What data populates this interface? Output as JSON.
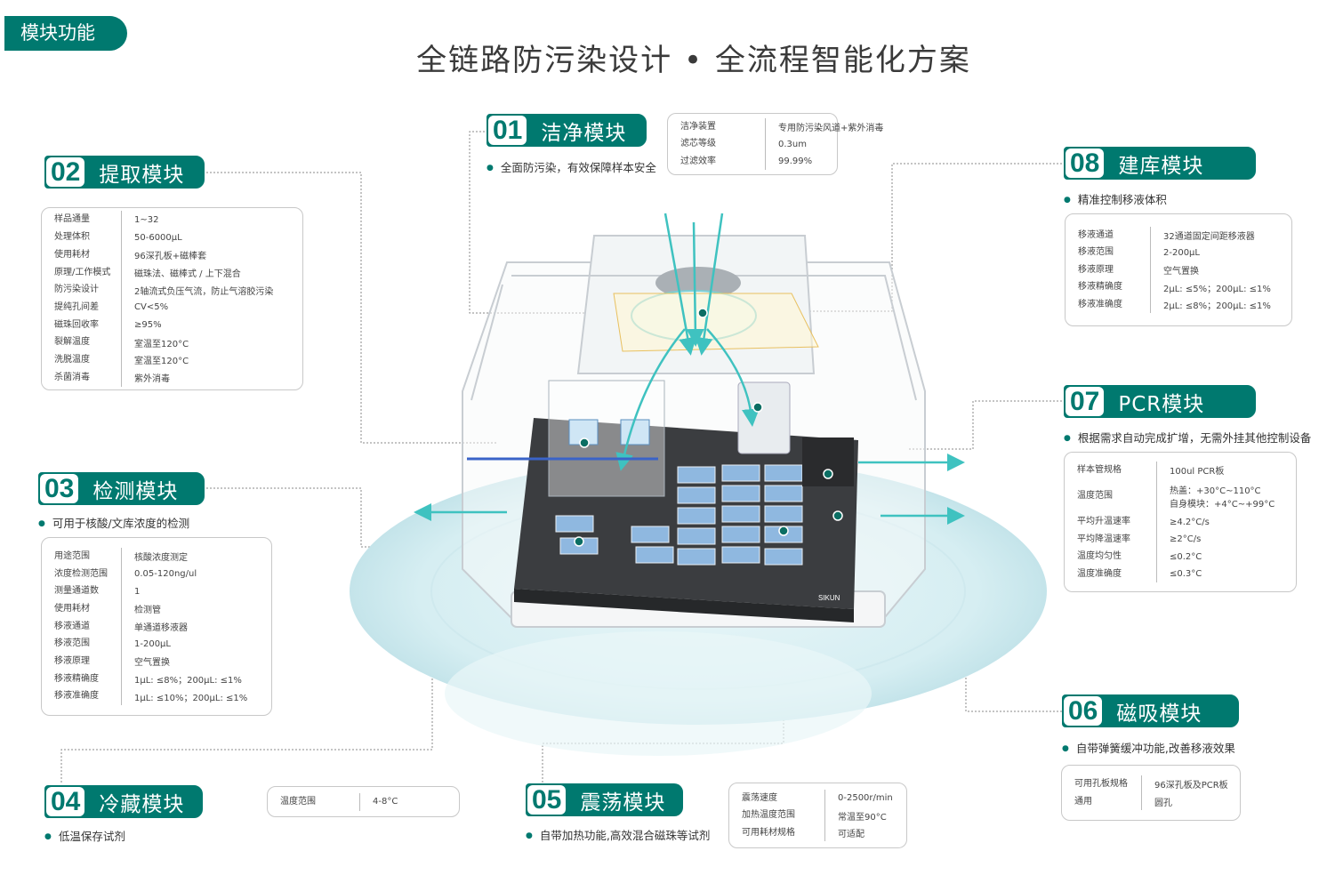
{
  "page_tag": "模块功能",
  "title": "全链路防污染设计  •  全流程智能化方案",
  "brand": "SIKUN",
  "colors": {
    "accent": "#00796f",
    "airflow": "#3fc2c0",
    "deck": "#3b3d40"
  },
  "modules": [
    {
      "id": "m01",
      "num": "01",
      "title": "洁净模块",
      "desc": "全面防污染，有效保障样本安全",
      "specs": [
        {
          "label": "洁净装置",
          "value": "专用防污染风道+紫外消毒"
        },
        {
          "label": "滤芯等级",
          "value": "0.3um"
        },
        {
          "label": "过滤效率",
          "value": "99.99%"
        }
      ]
    },
    {
      "id": "m02",
      "num": "02",
      "title": "提取模块",
      "desc": "",
      "specs": [
        {
          "label": "样品通量",
          "value": "1~32"
        },
        {
          "label": "处理体积",
          "value": "50-6000μL"
        },
        {
          "label": "使用耗材",
          "value": "96深孔板+磁棒套"
        },
        {
          "label": "原理/工作模式",
          "value": "磁珠法、磁棒式 / 上下混合"
        },
        {
          "label": "防污染设计",
          "value": "2轴流式负压气流，防止气溶胶污染"
        },
        {
          "label": "提纯孔间差",
          "value": "CV<5%"
        },
        {
          "label": "磁珠回收率",
          "value": "≥95%"
        },
        {
          "label": "裂解温度",
          "value": "室温至120°C"
        },
        {
          "label": "洗脱温度",
          "value": "室温至120°C"
        },
        {
          "label": "杀菌消毒",
          "value": "紫外消毒"
        }
      ]
    },
    {
      "id": "m03",
      "num": "03",
      "title": "检测模块",
      "desc": "可用于核酸/文库浓度的检测",
      "specs": [
        {
          "label": "用途范围",
          "value": "核酸浓度测定"
        },
        {
          "label": "浓度检测范围",
          "value": "0.05-120ng/ul"
        },
        {
          "label": "测量通道数",
          "value": "1"
        },
        {
          "label": "使用耗材",
          "value": "检测管"
        },
        {
          "label": "移液通道",
          "value": "单通道移液器"
        },
        {
          "label": "移液范围",
          "value": "1-200μL"
        },
        {
          "label": "移液原理",
          "value": "空气置换"
        },
        {
          "label": "移液精确度",
          "value": "1μL: ≤8%；200μL: ≤1%"
        },
        {
          "label": "移液准确度",
          "value": "1μL: ≤10%；200μL: ≤1%"
        }
      ]
    },
    {
      "id": "m04",
      "num": "04",
      "title": "冷藏模块",
      "desc": "低温保存试剂",
      "specs": [
        {
          "label": "温度范围",
          "value": "4-8°C"
        }
      ]
    },
    {
      "id": "m05",
      "num": "05",
      "title": "震荡模块",
      "desc": "自带加热功能,高效混合磁珠等试剂",
      "specs": [
        {
          "label": "震荡速度",
          "value": "0-2500r/min"
        },
        {
          "label": "加热温度范围",
          "value": "常温至90°C"
        },
        {
          "label": "可用耗材规格",
          "value": "可适配"
        }
      ]
    },
    {
      "id": "m06",
      "num": "06",
      "title": "磁吸模块",
      "desc": "自带弹簧缓冲功能,改善移液效果",
      "specs": [
        {
          "label": "可用孔板规格",
          "value": "96深孔板及PCR板"
        },
        {
          "label": "通用",
          "value": "圆孔"
        }
      ]
    },
    {
      "id": "m07",
      "num": "07",
      "title": "PCR模块",
      "desc": "根据需求自动完成扩增，无需外挂其他控制设备",
      "specs": [
        {
          "label": "样本管规格",
          "value": "100ul PCR板"
        },
        {
          "label": "温度范围",
          "value": "热盖：+30°C~110°C",
          "value2": "自身模块：+4°C~+99°C"
        },
        {
          "label": "平均升温速率",
          "value": "≥4.2°C/s"
        },
        {
          "label": "平均降温速率",
          "value": "≥2°C/s"
        },
        {
          "label": "温度均匀性",
          "value": "≤0.2°C"
        },
        {
          "label": "温度准确度",
          "value": "≤0.3°C"
        }
      ]
    },
    {
      "id": "m08",
      "num": "08",
      "title": "建库模块",
      "desc": "精准控制移液体积",
      "specs": [
        {
          "label": "移液通道",
          "value": "32通道固定间距移液器"
        },
        {
          "label": "移液范围",
          "value": "2-200μL"
        },
        {
          "label": "移液原理",
          "value": "空气置换"
        },
        {
          "label": "移液精确度",
          "value": "2μL: ≤5%；200μL: ≤1%"
        },
        {
          "label": "移液准确度",
          "value": "2μL: ≤8%；200μL: ≤1%"
        }
      ]
    }
  ]
}
